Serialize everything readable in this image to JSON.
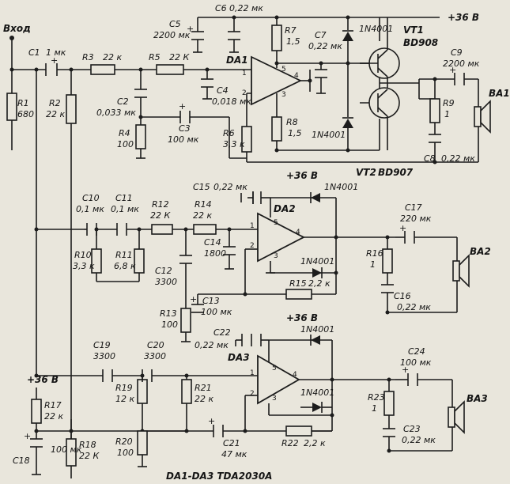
{
  "input_label": "Вход",
  "supply_label": "+36 В",
  "footer_label": "DA1-DA3  TDA2030A",
  "components": {
    "R1": {
      "ref": "R1",
      "value": "680"
    },
    "R2": {
      "ref": "R2",
      "value": "22 к"
    },
    "R3": {
      "ref": "R3",
      "value": "22 к"
    },
    "R4": {
      "ref": "R4",
      "value": "100"
    },
    "R5": {
      "ref": "R5",
      "value": "22 К"
    },
    "R6": {
      "ref": "R6",
      "value": "3,3 к"
    },
    "R7": {
      "ref": "R7",
      "value": "1,5"
    },
    "R8": {
      "ref": "R8",
      "value": "1,5"
    },
    "R9": {
      "ref": "R9",
      "value": "1"
    },
    "R10": {
      "ref": "R10",
      "value": "3,3 к"
    },
    "R11": {
      "ref": "R11",
      "value": "6,8 к"
    },
    "R12": {
      "ref": "R12",
      "value": "22 К"
    },
    "R13": {
      "ref": "R13",
      "value": "100"
    },
    "R14": {
      "ref": "R14",
      "value": "22 к"
    },
    "R15": {
      "ref": "R15",
      "value": "2,2 к"
    },
    "R16": {
      "ref": "R16",
      "value": "1"
    },
    "R17": {
      "ref": "R17",
      "value": "22 к"
    },
    "R18": {
      "ref": "R18",
      "value": "22 К"
    },
    "R19": {
      "ref": "R19",
      "value": "12 к"
    },
    "R20": {
      "ref": "R20",
      "value": "100"
    },
    "R21": {
      "ref": "R21",
      "value": "22 к"
    },
    "R22": {
      "ref": "R22",
      "value": "2,2 к"
    },
    "R23": {
      "ref": "R23",
      "value": "1"
    },
    "C1": {
      "ref": "C1",
      "value": "1 мк"
    },
    "C2": {
      "ref": "C2",
      "value": "0,033 мк"
    },
    "C3": {
      "ref": "C3",
      "value": "100 мк"
    },
    "C4": {
      "ref": "C4",
      "value": "0,018 мк"
    },
    "C5": {
      "ref": "C5",
      "value": "2200 мк"
    },
    "C6": {
      "ref": "C6",
      "value": "0,22 мк"
    },
    "C7": {
      "ref": "C7",
      "value": "0,22 мк"
    },
    "C8": {
      "ref": "C8",
      "value": "0,22 мк"
    },
    "C9": {
      "ref": "C9",
      "value": "2200 мк"
    },
    "C10": {
      "ref": "C10",
      "value": "0,1 мк"
    },
    "C11": {
      "ref": "C11",
      "value": "0,1 мк"
    },
    "C12": {
      "ref": "C12",
      "value": "3300"
    },
    "C13": {
      "ref": "C13",
      "value": "100 мк"
    },
    "C14": {
      "ref": "C14",
      "value": "1800"
    },
    "C15": {
      "ref": "C15",
      "value": "0,22 мк"
    },
    "C16": {
      "ref": "C16",
      "value": "0,22 мк"
    },
    "C17": {
      "ref": "C17",
      "value": "220 мк"
    },
    "C18": {
      "ref": "C18",
      "value": "100 мк"
    },
    "C19": {
      "ref": "C19",
      "value": "3300"
    },
    "C20": {
      "ref": "C20",
      "value": "3300"
    },
    "C21": {
      "ref": "C21",
      "value": "47 мк"
    },
    "C22": {
      "ref": "C22",
      "value": "0,22 мк"
    },
    "C23": {
      "ref": "C23",
      "value": "0,22 мк"
    },
    "C24": {
      "ref": "C24",
      "value": "100 мк"
    }
  },
  "chips": {
    "DA1": "DA1",
    "DA2": "DA2",
    "DA3": "DA3"
  },
  "transistors": {
    "VT1": {
      "ref": "VT1",
      "type": "BD908"
    },
    "VT2": {
      "ref": "VT2",
      "type": "BD907"
    }
  },
  "diodes": {
    "d1": "1N4001",
    "d2": "1N4001",
    "d3": "1N4001",
    "d4": "1N4001",
    "d5": "1N4001",
    "d6": "1N4001"
  },
  "speakers": {
    "BA1": "BA1",
    "BA2": "BA2",
    "BA3": "BA3"
  },
  "pins": {
    "p1": "1",
    "p2": "2",
    "p3": "3",
    "p4": "4",
    "p5": "5"
  }
}
